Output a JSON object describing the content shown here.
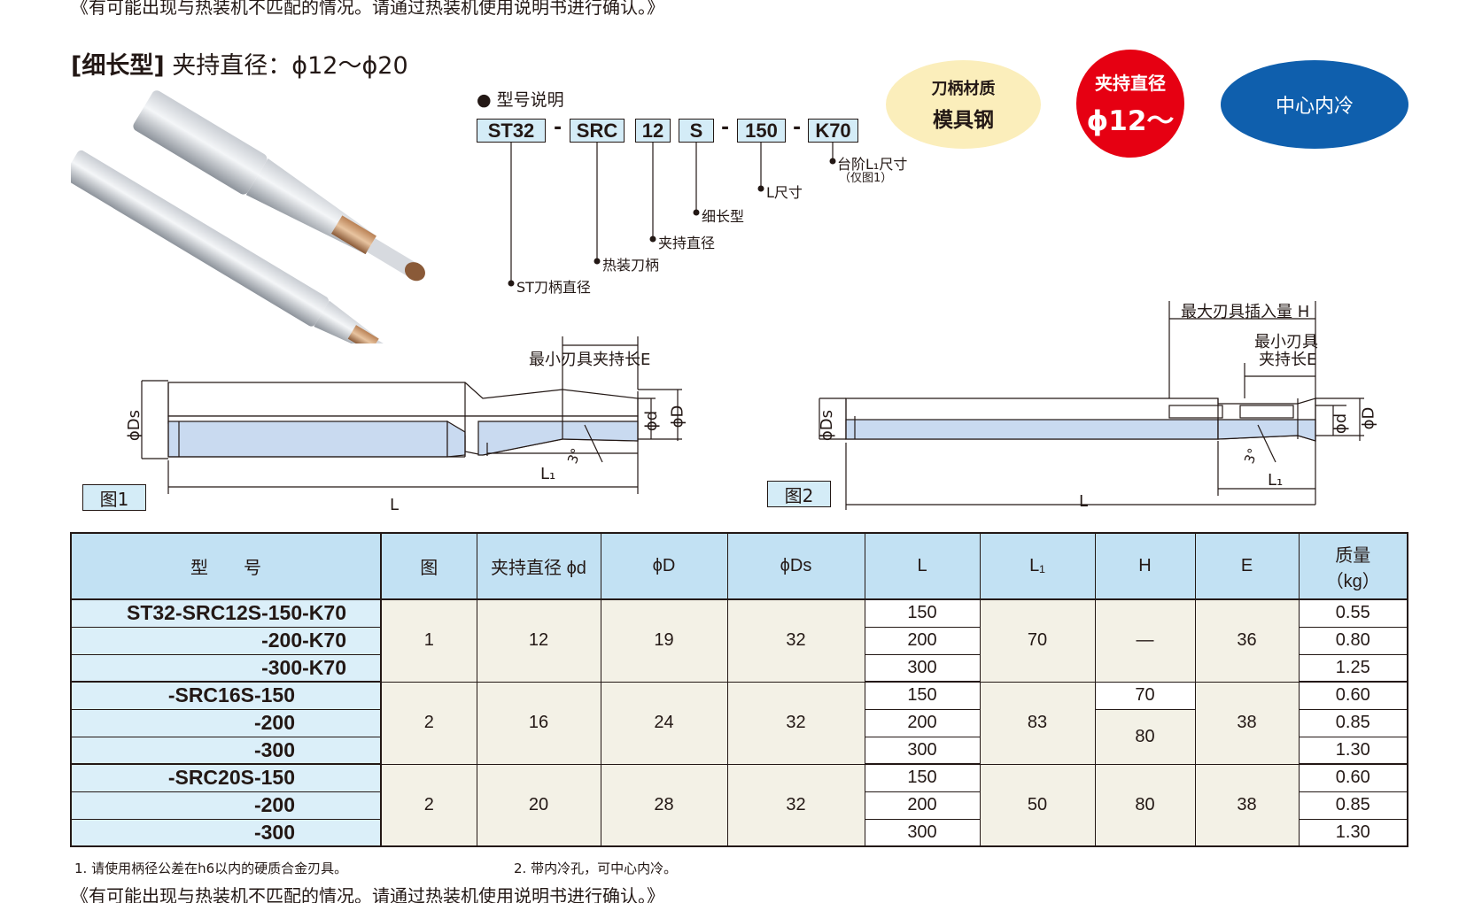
{
  "notes": {
    "top": "《有可能出现与热装机不匹配的情况。请通过热装机使用说明书进行确认。》",
    "bottom": "《有可能出现与热装机不匹配的情况。请通过热装机使用说明书进行确认。》"
  },
  "heading": {
    "type": "[细长型]",
    "range": "夹持直径：ϕ12～ϕ20"
  },
  "badges": {
    "material_label": "刀柄材质",
    "material_value": "模具钢",
    "clamp_label": "夹持直径",
    "clamp_value": "ϕ12～",
    "cooling": "中心内冷",
    "colors": {
      "material_bg": "#fbeebb",
      "clamp_bg": "#e60012",
      "cooling_bg": "#0f5fad"
    }
  },
  "model_code": {
    "title": "● 型号说明",
    "parts": [
      "ST32",
      "SRC",
      "12",
      "S",
      "150",
      "K70"
    ],
    "dash": "-",
    "leaders": {
      "k70": "台阶L₁尺寸",
      "k70_sub": "（仅图1）",
      "l_size": "L尺寸",
      "slim": "细长型",
      "clamp_dia": "夹持直径",
      "shrink": "热装刀柄",
      "shank": "ST刀柄直径"
    }
  },
  "figure1": {
    "label": "图1",
    "min_clamp": "最小刃具夹持长E",
    "phi_ds": "ϕDs",
    "phi_d_small": "ϕd",
    "phi_d_big": "ϕD",
    "angle": "3°",
    "l1": "L₁",
    "l": "L"
  },
  "figure2": {
    "label": "图2",
    "max_insert": "最大刃具插入量 H",
    "min_clamp_1": "最小刃具",
    "min_clamp_2": "夹持长E",
    "phi_ds": "ϕDs",
    "phi_d_small": "ϕd",
    "phi_d_big": "ϕD",
    "angle": "3°",
    "l1": "L₁",
    "l": "L"
  },
  "table": {
    "headers": {
      "model": "型　　号",
      "fig": "图",
      "clamp": "夹持直径 ϕd",
      "D": "ϕD",
      "Ds": "ϕDs",
      "L": "L",
      "L1": "L₁",
      "H": "H",
      "E": "E",
      "mass_1": "质量",
      "mass_2": "（kg）"
    },
    "groups": [
      {
        "fig": "1",
        "d": "12",
        "D": "19",
        "Ds": "32",
        "L1": "70",
        "E": "36",
        "rows": [
          {
            "model": "ST32-SRC12S-150-K70",
            "L": "150",
            "mass": "0.55"
          },
          {
            "model": "-200-K70",
            "L": "200",
            "mass": "0.80"
          },
          {
            "model": "-300-K70",
            "L": "300",
            "mass": "1.25"
          }
        ],
        "H": "—"
      },
      {
        "fig": "2",
        "d": "16",
        "D": "24",
        "Ds": "32",
        "L1": "83",
        "E": "38",
        "rows": [
          {
            "model": "-SRC16S-150",
            "L": "150",
            "mass": "0.60"
          },
          {
            "model": "-200",
            "L": "200",
            "mass": "0.85"
          },
          {
            "model": "-300",
            "L": "300",
            "mass": "1.30"
          }
        ],
        "H_first": "70",
        "H_rest": "80"
      },
      {
        "fig": "2",
        "d": "20",
        "D": "28",
        "Ds": "32",
        "L1": "50",
        "E": "38",
        "rows": [
          {
            "model": "-SRC20S-150",
            "L": "150",
            "mass": "0.60"
          },
          {
            "model": "-200",
            "L": "200",
            "mass": "0.85"
          },
          {
            "model": "-300",
            "L": "300",
            "mass": "1.30"
          }
        ],
        "H": "80"
      }
    ]
  },
  "footnotes": {
    "n1": "1. 请使用柄径公差在h6以内的硬质合金刃具。",
    "n2": "2. 带内冷孔，可中心内冷。"
  }
}
